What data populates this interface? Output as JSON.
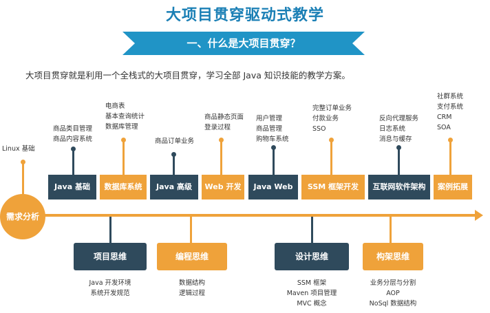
{
  "title": "大项目贯穿驱动式教学",
  "section_heading": "一、什么是大项目贯穿？",
  "intro": "大项目贯穿就是利用一个全栈式的大项目贯穿，学习全部 Java 知识技能的教学方案。",
  "start_label": "需求分析",
  "linux_label": "Linux 基础",
  "colors": {
    "navy": "#2f4a5c",
    "orange": "#efa23a",
    "blue": "#2094c6"
  },
  "stages": [
    {
      "label": "Java 基础",
      "color": "navy",
      "topics": [
        "商品类目管理",
        "商品内容系统"
      ]
    },
    {
      "label": "数据库系统",
      "color": "orange",
      "topics": [
        "电商表",
        "基本查询统计",
        "数据库管理"
      ]
    },
    {
      "label": "Java 高级",
      "color": "navy",
      "topics": [
        "商品订单业务"
      ]
    },
    {
      "label": "Web 开发",
      "color": "orange",
      "topics": [
        "商品静态页面",
        "登录过程"
      ]
    },
    {
      "label": "Java Web",
      "color": "navy",
      "topics": [
        "用户管理",
        "商品管理",
        "购物车系统"
      ]
    },
    {
      "label": "SSM 框架开发",
      "color": "orange",
      "topics": [
        "完整订单业务",
        "付款业务",
        "SSO"
      ]
    },
    {
      "label": "互联网软件架构",
      "color": "navy",
      "topics": [
        "反向代理服务",
        "日志系统",
        "消息与缓存"
      ]
    },
    {
      "label": "案例拓展",
      "color": "orange",
      "topics": [
        "社群系统",
        "支付系统",
        "CRM",
        "SOA"
      ]
    }
  ],
  "thinking": [
    {
      "label": "项目思维",
      "color": "navy",
      "topics": [
        "Java 开发环境",
        "系统开发规范"
      ]
    },
    {
      "label": "编程思维",
      "color": "orange",
      "topics": [
        "数据结构",
        "逻辑过程"
      ]
    },
    {
      "label": "设计思维",
      "color": "navy",
      "topics": [
        "SSM 框架",
        "Maven 项目管理",
        "MVC 概念"
      ]
    },
    {
      "label": "构架思维",
      "color": "orange",
      "topics": [
        "业务分层与分割",
        "AOP",
        "NoSql 数据结构"
      ]
    }
  ]
}
